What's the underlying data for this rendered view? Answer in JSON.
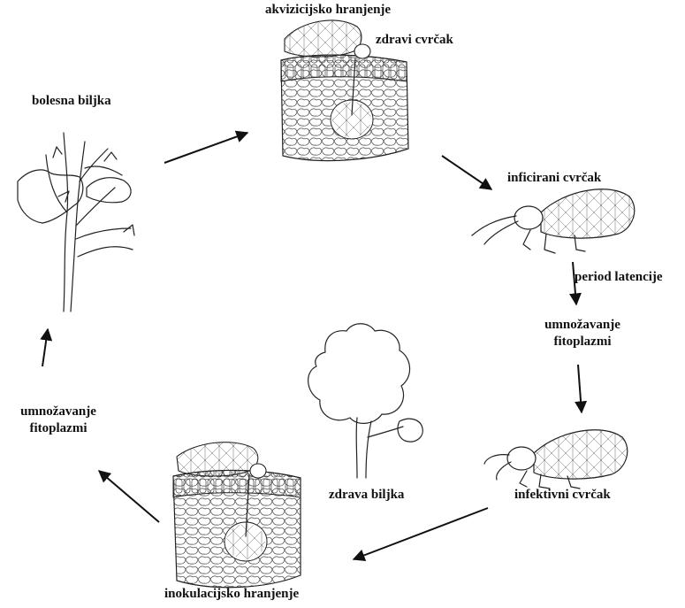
{
  "labels": {
    "diseased_plant": "bolesna biljka",
    "acquisition_feeding": "akvizicijsko hranjenje",
    "healthy_leafhopper": "zdravi cvrčak",
    "infected_leafhopper": "inficirani cvrčak",
    "latency_period": "period latencije",
    "multiplication_right_line1": "umnožavanje",
    "multiplication_right_line2": "fitoplazmi",
    "healthy_plant": "zdrava biljka",
    "infective_leafhopper": "infektivni cvrčak",
    "inoculation_feeding": "inokulacijsko hranjenje",
    "multiplication_left_line1": "umnožavanje",
    "multiplication_left_line2": "fitoplazmi"
  },
  "icons": [
    "diseased-plant-icon",
    "leaf-cross-section-icon",
    "leafhopper-icon",
    "healthy-tree-icon"
  ],
  "colors": {
    "ink": "#222222",
    "background": "#ffffff"
  }
}
